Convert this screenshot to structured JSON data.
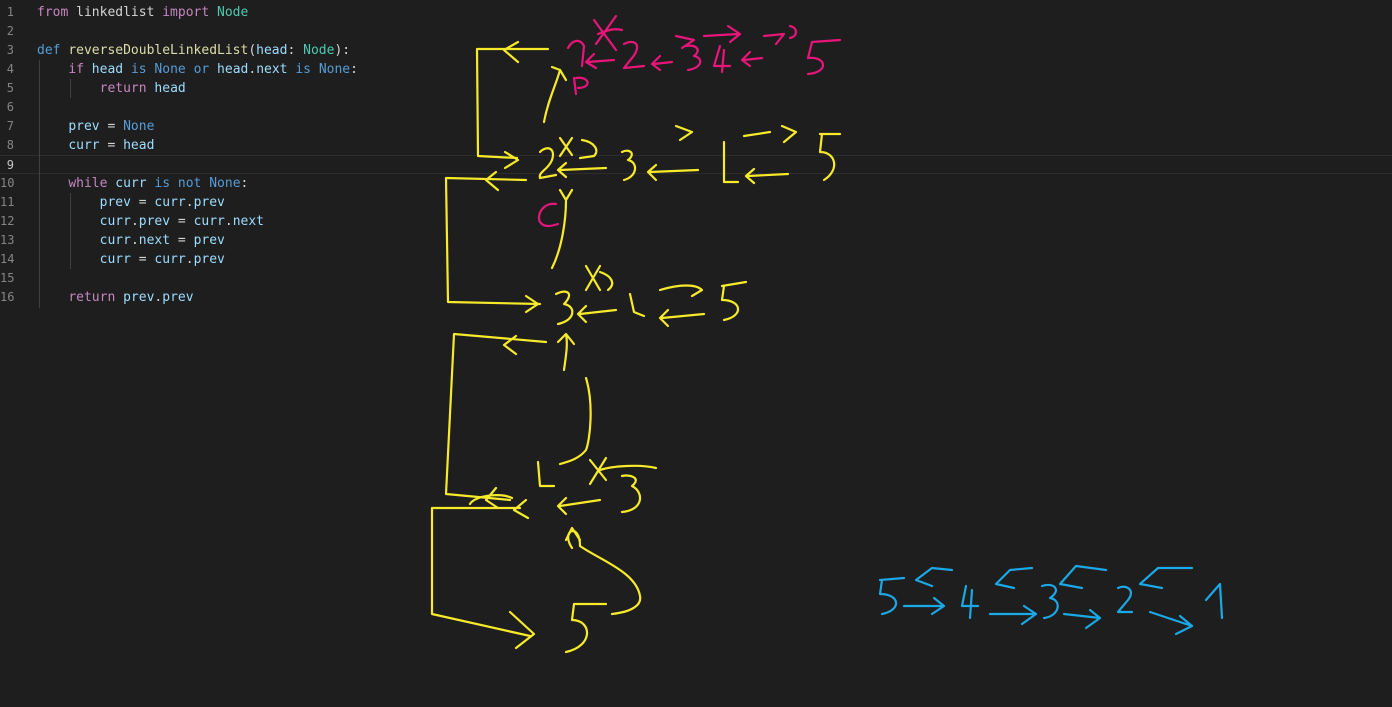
{
  "editor": {
    "language": "python",
    "current_line": 9,
    "lines": [
      {
        "n": "1",
        "tokens": [
          [
            "kw-purple",
            "from"
          ],
          [
            "plain",
            " linkedlist "
          ],
          [
            "kw-purple",
            "import"
          ],
          [
            "plain",
            " "
          ],
          [
            "type",
            "Node"
          ]
        ]
      },
      {
        "n": "2",
        "tokens": []
      },
      {
        "n": "3",
        "tokens": [
          [
            "kw-blue",
            "def"
          ],
          [
            "plain",
            " "
          ],
          [
            "fn",
            "reverseDoubleLinkedList"
          ],
          [
            "plain",
            "("
          ],
          [
            "var",
            "head"
          ],
          [
            "plain",
            ": "
          ],
          [
            "type",
            "Node"
          ],
          [
            "plain",
            "):"
          ]
        ]
      },
      {
        "n": "4",
        "tokens": [
          [
            "plain",
            "    "
          ],
          [
            "kw-purple",
            "if"
          ],
          [
            "plain",
            " "
          ],
          [
            "var",
            "head"
          ],
          [
            "plain",
            " "
          ],
          [
            "kw-blue",
            "is"
          ],
          [
            "plain",
            " "
          ],
          [
            "kw-blue",
            "None"
          ],
          [
            "plain",
            " "
          ],
          [
            "kw-blue",
            "or"
          ],
          [
            "plain",
            " "
          ],
          [
            "var",
            "head"
          ],
          [
            "plain",
            "."
          ],
          [
            "var",
            "next"
          ],
          [
            "plain",
            " "
          ],
          [
            "kw-blue",
            "is"
          ],
          [
            "plain",
            " "
          ],
          [
            "kw-blue",
            "None"
          ],
          [
            "plain",
            ":"
          ]
        ]
      },
      {
        "n": "5",
        "tokens": [
          [
            "plain",
            "        "
          ],
          [
            "kw-purple",
            "return"
          ],
          [
            "plain",
            " "
          ],
          [
            "var",
            "head"
          ]
        ]
      },
      {
        "n": "6",
        "tokens": []
      },
      {
        "n": "7",
        "tokens": [
          [
            "plain",
            "    "
          ],
          [
            "var",
            "prev"
          ],
          [
            "plain",
            " = "
          ],
          [
            "kw-blue",
            "None"
          ]
        ]
      },
      {
        "n": "8",
        "tokens": [
          [
            "plain",
            "    "
          ],
          [
            "var",
            "curr"
          ],
          [
            "plain",
            " = "
          ],
          [
            "var",
            "head"
          ]
        ]
      },
      {
        "n": "9",
        "tokens": []
      },
      {
        "n": "10",
        "tokens": [
          [
            "plain",
            "    "
          ],
          [
            "kw-purple",
            "while"
          ],
          [
            "plain",
            " "
          ],
          [
            "var",
            "curr"
          ],
          [
            "plain",
            " "
          ],
          [
            "kw-blue",
            "is"
          ],
          [
            "plain",
            " "
          ],
          [
            "kw-blue",
            "not"
          ],
          [
            "plain",
            " "
          ],
          [
            "kw-blue",
            "None"
          ],
          [
            "plain",
            ":"
          ]
        ]
      },
      {
        "n": "11",
        "tokens": [
          [
            "plain",
            "        "
          ],
          [
            "var",
            "prev"
          ],
          [
            "plain",
            " = "
          ],
          [
            "var",
            "curr"
          ],
          [
            "plain",
            "."
          ],
          [
            "var",
            "prev"
          ]
        ]
      },
      {
        "n": "12",
        "tokens": [
          [
            "plain",
            "        "
          ],
          [
            "var",
            "curr"
          ],
          [
            "plain",
            "."
          ],
          [
            "var",
            "prev"
          ],
          [
            "plain",
            " = "
          ],
          [
            "var",
            "curr"
          ],
          [
            "plain",
            "."
          ],
          [
            "var",
            "next"
          ]
        ]
      },
      {
        "n": "13",
        "tokens": [
          [
            "plain",
            "        "
          ],
          [
            "var",
            "curr"
          ],
          [
            "plain",
            "."
          ],
          [
            "var",
            "next"
          ],
          [
            "plain",
            " = "
          ],
          [
            "var",
            "prev"
          ]
        ]
      },
      {
        "n": "14",
        "tokens": [
          [
            "plain",
            "        "
          ],
          [
            "var",
            "curr"
          ],
          [
            "plain",
            " = "
          ],
          [
            "var",
            "curr"
          ],
          [
            "plain",
            "."
          ],
          [
            "var",
            "prev"
          ]
        ]
      },
      {
        "n": "15",
        "tokens": []
      },
      {
        "n": "16",
        "tokens": [
          [
            "plain",
            "    "
          ],
          [
            "kw-purple",
            "return"
          ],
          [
            "plain",
            " "
          ],
          [
            "var",
            "prev"
          ],
          [
            "plain",
            "."
          ],
          [
            "var",
            "prev"
          ]
        ]
      }
    ]
  },
  "colors": {
    "background": "#1e1e1e",
    "ink_yellow": "#f7ea2b",
    "ink_pink": "#e8157a",
    "ink_blue": "#1ba8e6"
  }
}
